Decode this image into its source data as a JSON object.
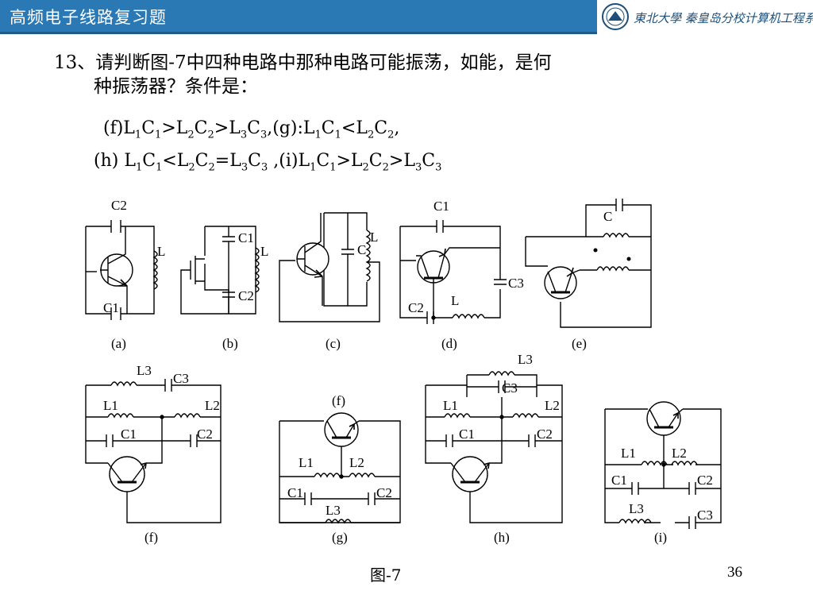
{
  "header": {
    "title": "高频电子线路复习题",
    "logo_text": "東北大學 秦皇岛分校计算机工程系"
  },
  "question": {
    "line1": "13、请判断图-7中四种电路中那种电路可能振荡，如能，是何",
    "line2": "种振荡器？条件是：",
    "formula1": [
      {
        "t": "(f)L"
      },
      {
        "s": "1"
      },
      {
        "t": "C"
      },
      {
        "s": "1"
      },
      {
        "t": ">L"
      },
      {
        "s": "2"
      },
      {
        "t": "C"
      },
      {
        "s": "2"
      },
      {
        "t": ">L"
      },
      {
        "s": "3"
      },
      {
        "t": "C"
      },
      {
        "s": "3"
      },
      {
        "t": ",(g):L"
      },
      {
        "s": "1"
      },
      {
        "t": "C"
      },
      {
        "s": "1"
      },
      {
        "t": "<L"
      },
      {
        "s": "2"
      },
      {
        "t": "C"
      },
      {
        "s": "2"
      },
      {
        "t": ","
      }
    ],
    "formula2": [
      {
        "t": "(h) L"
      },
      {
        "s": "1"
      },
      {
        "t": "C"
      },
      {
        "s": "1"
      },
      {
        "t": "<L"
      },
      {
        "s": "2"
      },
      {
        "t": "C"
      },
      {
        "s": "2"
      },
      {
        "t": "=L"
      },
      {
        "s": "3"
      },
      {
        "t": "C"
      },
      {
        "s": "3"
      },
      {
        "t": " ,(i)L"
      },
      {
        "s": "1"
      },
      {
        "t": "C"
      },
      {
        "s": "1"
      },
      {
        "t": ">L"
      },
      {
        "s": "2"
      },
      {
        "t": "C"
      },
      {
        "s": "2"
      },
      {
        "t": ">L"
      },
      {
        "s": "3"
      },
      {
        "t": "C"
      },
      {
        "s": "3"
      }
    ]
  },
  "circuits": {
    "a": {
      "caption": "(a)",
      "labels": {
        "c_top": "C2",
        "c_bottom": "C1",
        "l": "L"
      }
    },
    "b": {
      "caption": "(b)",
      "labels": {
        "c_top": "C1",
        "c_bottom": "C2",
        "l": "L"
      }
    },
    "c": {
      "caption": "(c)",
      "labels": {
        "c": "C",
        "l": "L"
      }
    },
    "d": {
      "caption": "(d)",
      "labels": {
        "c1": "C1",
        "c2": "C2",
        "c3": "C3",
        "l": "L"
      }
    },
    "e": {
      "caption": "(e)",
      "labels": {
        "c": "C"
      }
    },
    "f": {
      "caption": "(f)",
      "labels": {
        "l3": "L3",
        "c3": "C3",
        "l1": "L1",
        "l2": "L2",
        "c1": "C1",
        "c2": "C2"
      }
    },
    "g": {
      "caption": "(g)",
      "labels": {
        "top": "(f)",
        "l1": "L1",
        "l2": "L2",
        "c1": "C1",
        "c2": "C2",
        "l3": "L3"
      }
    },
    "h": {
      "caption": "(h)",
      "labels": {
        "l3": "L3",
        "c3": "C3",
        "l1": "L1",
        "l2": "L2",
        "c1": "C1",
        "c2": "C2"
      }
    },
    "i": {
      "caption": "(i)",
      "labels": {
        "l1": "L1",
        "l2": "L2",
        "c1": "C1",
        "c2": "C2",
        "l3": "L3",
        "c3": "C3"
      }
    }
  },
  "figure_caption": "图-7",
  "page_number": "36"
}
